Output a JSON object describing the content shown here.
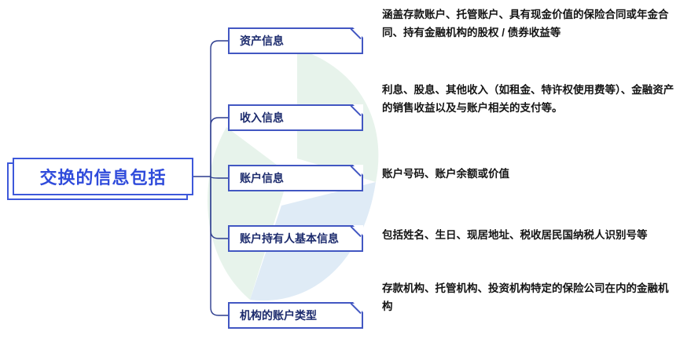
{
  "root": {
    "label": "交换的信息包括"
  },
  "branches": [
    {
      "label": "资产信息",
      "desc": "涵盖存款账户、托管账户、具有现金价值的保险合同或年金合同、持有金融机构的股权 / 债券收益等"
    },
    {
      "label": "收入信息",
      "desc": "利息、股息、其他收入（如租金、特许权使用费等）、金融资产的销售收益以及与账户相关的支付等。"
    },
    {
      "label": "账户信息",
      "desc": "账户号码、账户余额或价值"
    },
    {
      "label": "账户持有人基本信息",
      "desc": "包括姓名、生日、现居地址、税收居民国纳税人识别号等"
    },
    {
      "label": "机构的账户类型",
      "desc": "存款机构、托管机构、投资机构特定的保险公司在内的金融机构"
    }
  ],
  "colors": {
    "root_accent": "#3d58da",
    "node_border": "#4257c2",
    "node_text": "#1c2b6d",
    "connector": "#2c3c8e",
    "desc_text": "#141414",
    "watermark_green": "#6db98a",
    "watermark_blue": "#3f86c9"
  }
}
